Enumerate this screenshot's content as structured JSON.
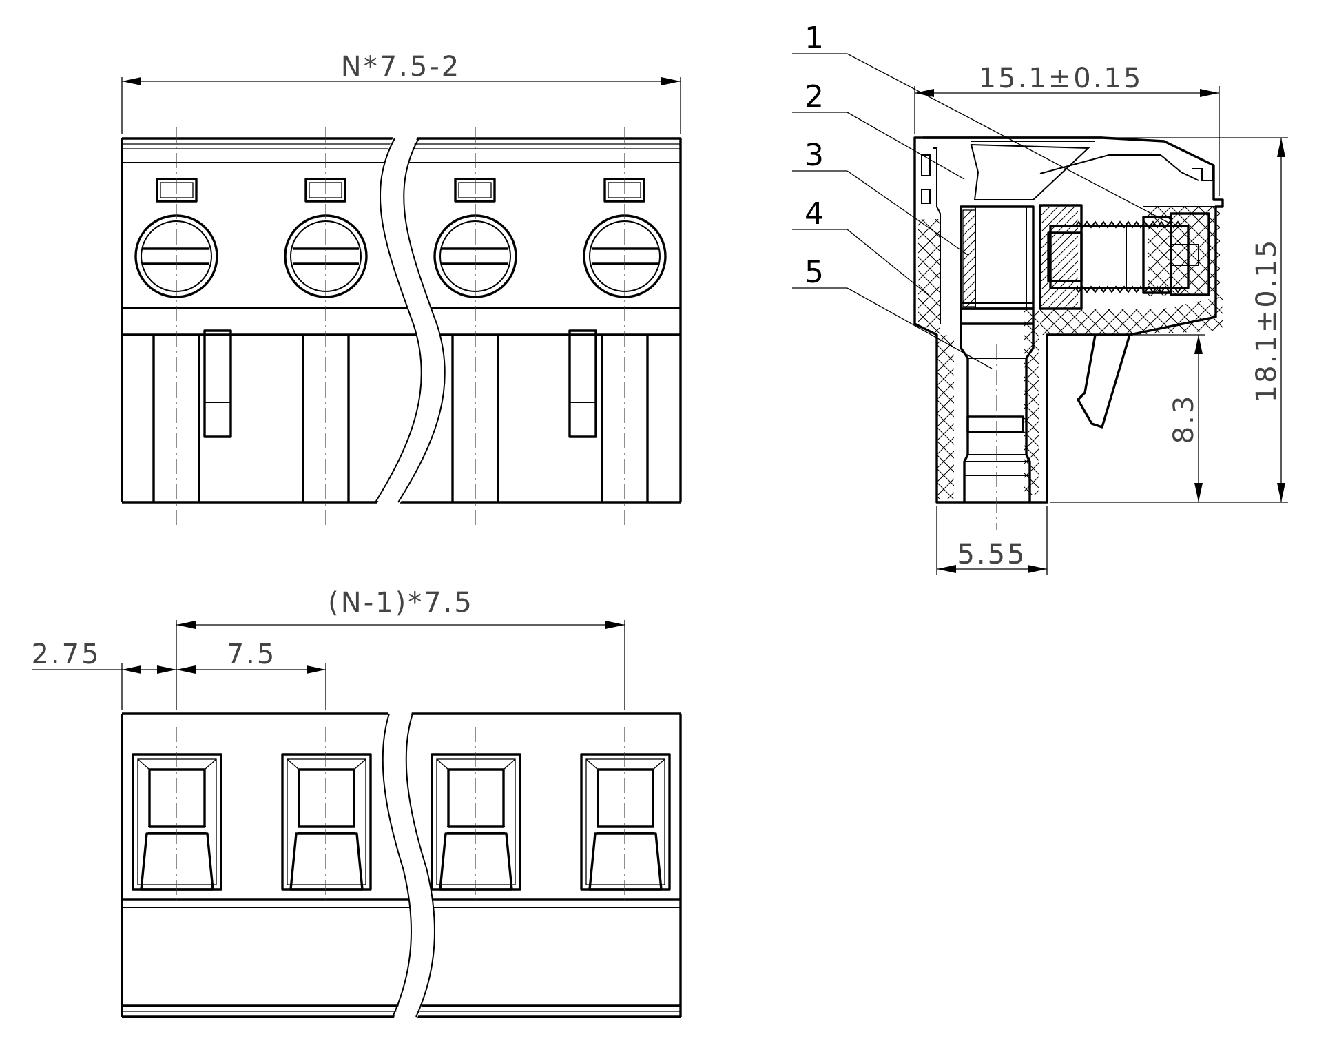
{
  "dimensions": {
    "overall_width": "N*7.5-2",
    "pitch_span": "(N-1)*7.5",
    "edge_offset": "2.75",
    "pitch": "7.5",
    "depth": "15.1±0.15",
    "height": "18.1±0.15",
    "pin_height": "8.3",
    "pin_offset": "5.55"
  },
  "part_callouts": [
    "1",
    "2",
    "3",
    "4",
    "5"
  ],
  "views": {
    "front": {
      "screw_count": 4,
      "window_count": 4
    },
    "bottom": {
      "socket_count": 4
    }
  }
}
